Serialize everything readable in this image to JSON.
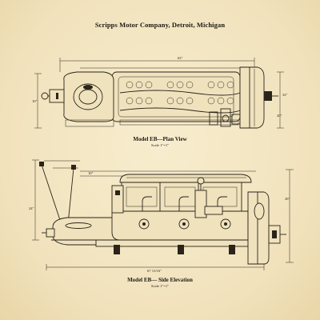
{
  "document": {
    "title": "Scripps Motor Company, Detroit, Michigan"
  },
  "plan_view": {
    "caption": "Model EB—Plan View",
    "scale": "Scale 1″=1″",
    "dimension_labels": [
      "63″",
      "10″",
      "32″",
      "20″"
    ]
  },
  "side_elevation": {
    "caption": "Model EB— Side Elevation",
    "scale": "Scale 1″=1″",
    "dimension_labels": [
      "67 13/16″",
      "10″",
      "24″",
      "28″"
    ]
  }
}
